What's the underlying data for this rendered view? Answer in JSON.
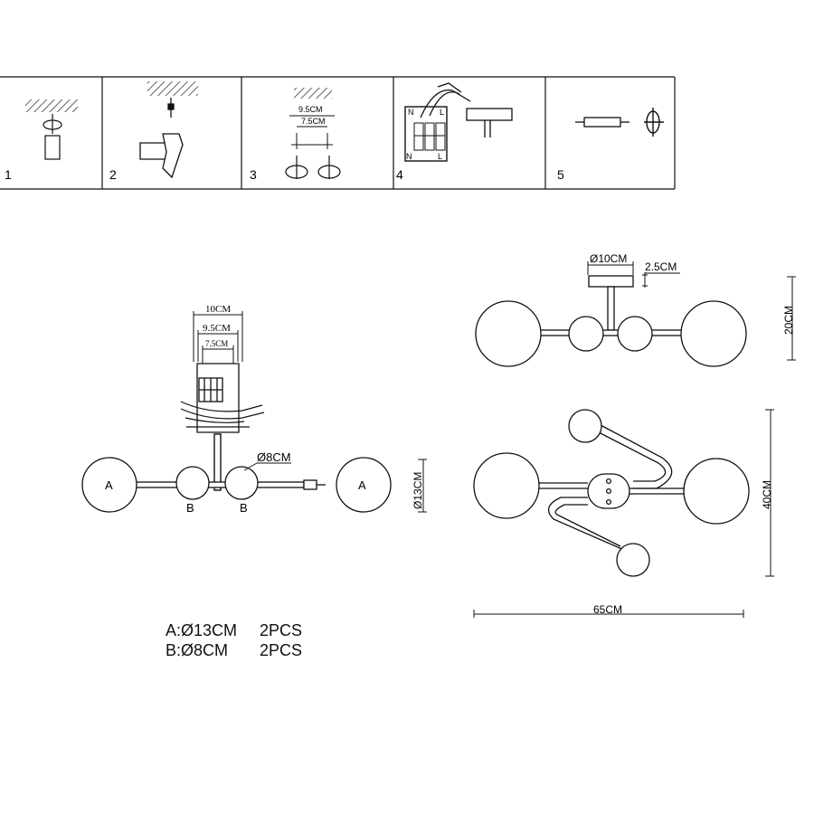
{
  "steps": [
    {
      "number": "1"
    },
    {
      "number": "2"
    },
    {
      "number": "3",
      "dim_outer": "9.5CM",
      "dim_inner": "7.5CM"
    },
    {
      "number": "4",
      "terminal_n": "N",
      "terminal_l": "L",
      "terminal_n2": "N",
      "terminal_l2": "L"
    },
    {
      "number": "5"
    }
  ],
  "front_view": {
    "dim_plate": "10CM",
    "dim_holes_outer": "9.5CM",
    "dim_holes_inner": "7.5CM",
    "dim_small_globe": "Ø8CM",
    "dim_globe_height": "Ø13CM",
    "label_a": "A",
    "label_b": "B"
  },
  "side_view": {
    "dim_canopy": "Ø10CM",
    "dim_canopy_height": "2.5CM",
    "dim_height": "20CM"
  },
  "top_view": {
    "dim_depth": "40CM",
    "dim_width": "65CM"
  },
  "legend": [
    {
      "code": "A:Ø13CM",
      "qty": "2PCS"
    },
    {
      "code": "B:Ø8CM",
      "qty": "2PCS"
    }
  ]
}
